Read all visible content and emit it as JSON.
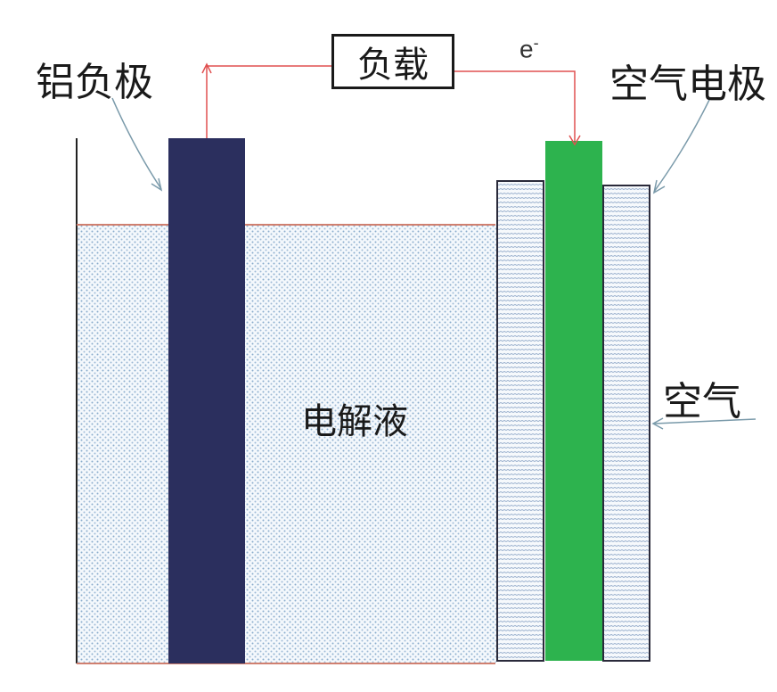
{
  "labels": {
    "anode": "铝负极",
    "load": "负载",
    "electron": "e",
    "electron_charge": "-",
    "cathode": "空气电极",
    "air": "空气",
    "electrolyte": "电解液"
  },
  "colors": {
    "anode": "#2b2f5e",
    "cathode": "#2db34e",
    "wire": "#e05050",
    "electrolyte_dots": "#8aaccc",
    "membrane_lines": "#8fa8c8",
    "pointer": "#7a9aaa"
  }
}
